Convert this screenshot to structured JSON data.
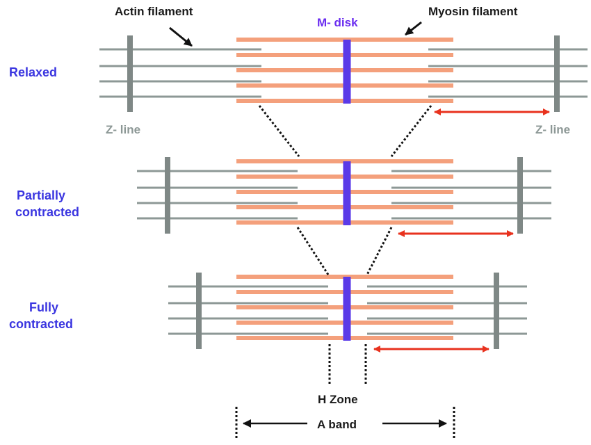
{
  "labels": {
    "actin_filament": "Actin filament",
    "m_disk": "M- disk",
    "myosin_filament": "Myosin filament",
    "z_line_left": "Z- line",
    "z_line_right": "Z- line",
    "h_zone": "H Zone",
    "a_band": "A band"
  },
  "states": [
    {
      "id": "relaxed",
      "lines": [
        "Relaxed"
      ]
    },
    {
      "id": "partially-contracted",
      "lines": [
        "Partially",
        "contracted"
      ]
    },
    {
      "id": "fully-contracted",
      "lines": [
        "Fully",
        "contracted"
      ]
    }
  ],
  "colors": {
    "myosin": "#f4a07c",
    "actin": "#8d9896",
    "z_line": "#7f8886",
    "m_disk": "#5a3ae8",
    "arrow": "#e8321e",
    "state_label": "#3a35e0",
    "text_dark": "#1a1a1a"
  }
}
